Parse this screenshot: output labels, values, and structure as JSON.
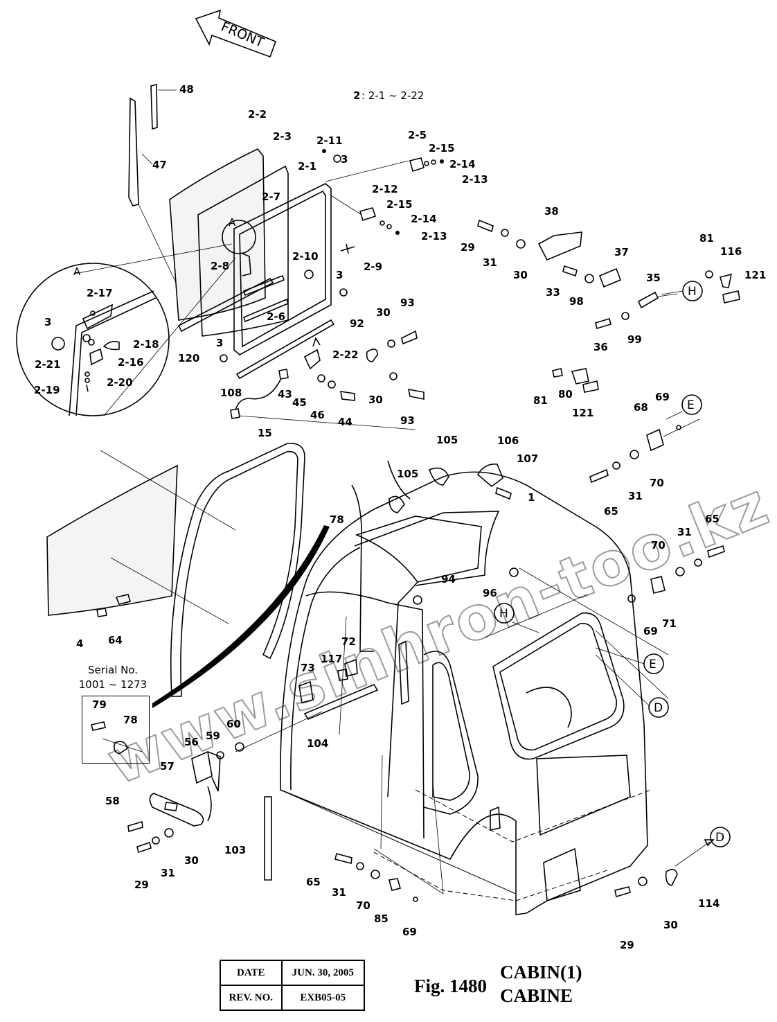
{
  "diagram": {
    "front_label": "FRONT",
    "group_note": {
      "number": "2",
      "range": ": 2-1 ~ 2-22"
    },
    "detail_label": "A",
    "serial_note": {
      "line1": "Serial No.",
      "line2": "1001 ~ 1273"
    },
    "watermark": "www.sinhron-too.kz",
    "circle_refs": {
      "h1": "H",
      "h2": "H",
      "e1": "E",
      "e2": "E",
      "d1": "D",
      "d2": "D"
    },
    "labels": {
      "l48": "48",
      "l47": "47",
      "l2_2": "2-2",
      "l2_3": "2-3",
      "l2_11": "2-11",
      "l3a": "3",
      "l2_1": "2-1",
      "l2_7": "2-7",
      "l2_5": "2-5",
      "l2_15a": "2-15",
      "l2_14a": "2-14",
      "l2_13a": "2-13",
      "l2_12": "2-12",
      "l2_15b": "2-15",
      "l2_14b": "2-14",
      "l2_13b": "2-13",
      "l2_8": "2-8",
      "l2_10": "2-10",
      "l2_9": "2-9",
      "l3b": "3",
      "l2_6": "2-6",
      "l3c": "3",
      "l120": "120",
      "l2_22": "2-22",
      "l2_17": "2-17",
      "l3d": "3",
      "l2_18": "2-18",
      "l2_16": "2-16",
      "l2_21": "2-21",
      "l2_20": "2-20",
      "l2_19": "2-19",
      "l38": "38",
      "l29a": "29",
      "l31a": "31",
      "l30a": "30",
      "l37": "37",
      "l33": "33",
      "l98": "98",
      "l35": "35",
      "l36": "36",
      "l99": "99",
      "l81a": "81",
      "l116": "116",
      "l121a": "121",
      "l93a": "93",
      "l30b": "30",
      "l92": "92",
      "l30c": "30",
      "l93b": "93",
      "l108": "108",
      "l43": "43",
      "l45": "45",
      "l46": "46",
      "l44": "44",
      "l81b": "81",
      "l80": "80",
      "l121b": "121",
      "l69a": "69",
      "l68": "68",
      "l70a": "70",
      "l31b": "31",
      "l65a": "65",
      "l15": "15",
      "l105a": "105",
      "l106": "106",
      "l107": "107",
      "l105b": "105",
      "l1": "1",
      "l78a": "78",
      "l65b": "65",
      "l31c": "31",
      "l70b": "70",
      "l94": "94",
      "l96": "96",
      "l69b": "69",
      "l71": "71",
      "l4": "4",
      "l64": "64",
      "l72": "72",
      "l117": "117",
      "l73": "73",
      "l104": "104",
      "l79": "79",
      "l78b": "78",
      "l60": "60",
      "l59": "59",
      "l56": "56",
      "l57": "57",
      "l58": "58",
      "l29b": "29",
      "l31d": "31",
      "l30d": "30",
      "l103": "103",
      "l65c": "65",
      "l31e": "31",
      "l70c": "70",
      "l85": "85",
      "l69c": "69",
      "l29c": "29",
      "l30e": "30",
      "l114": "114"
    }
  },
  "title_block": {
    "date_label": "DATE",
    "date_value": "JUN. 30, 2005",
    "rev_label": "REV. NO.",
    "rev_value": "EXB05-05",
    "figure": "Fig. 1480",
    "title_en": "CABIN(1)",
    "title_fr": "CABINE"
  }
}
